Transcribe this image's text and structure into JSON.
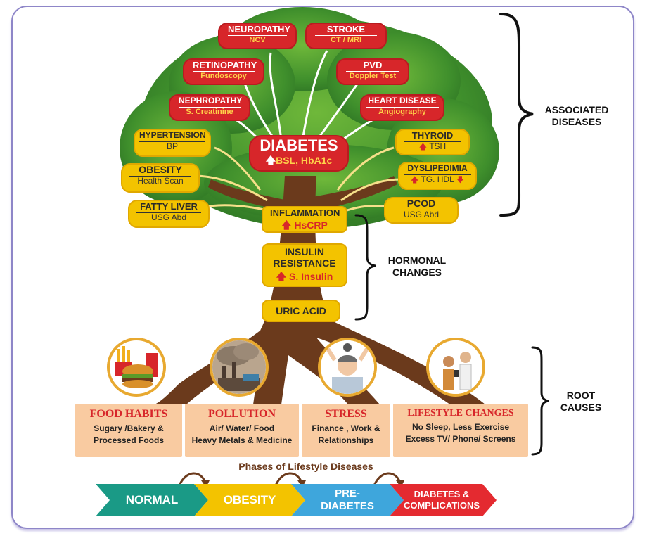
{
  "associated": {
    "red": [
      {
        "title": "NEUROPATHY",
        "sub": "NCV"
      },
      {
        "title": "STROKE",
        "sub": "CT / MRI"
      },
      {
        "title": "RETINOPATHY",
        "sub": "Fundoscopy"
      },
      {
        "title": "PVD",
        "sub": "Doppler Test"
      },
      {
        "title": "NEPHROPATHY",
        "sub": "S. Creatinine"
      },
      {
        "title": "HEART DISEASE",
        "sub": "Angiography"
      }
    ],
    "yellow_left": [
      {
        "title": "HYPERTENSION",
        "sub": "BP"
      },
      {
        "title": "OBESITY",
        "sub": "Health Scan"
      },
      {
        "title": "FATTY LIVER",
        "sub": "USG Abd"
      }
    ],
    "yellow_right": [
      {
        "title": "THYROID",
        "sub": "TSH"
      },
      {
        "title": "DYSLIPEDIMIA",
        "sub": "TG. HDL"
      },
      {
        "title": "PCOD",
        "sub": "USG Abd"
      }
    ]
  },
  "center": {
    "title": "DIABETES",
    "sub": "BSL, HbA1c"
  },
  "hormonal": {
    "inflammation": {
      "title": "INFLAMMATION",
      "sub": "HsCRP"
    },
    "insulin": {
      "title_1": "INSULIN",
      "title_2": "RESISTANCE",
      "sub": "S. Insulin"
    },
    "uric": {
      "title": "URIC ACID"
    }
  },
  "side_labels": {
    "associated_1": "ASSOCIATED",
    "associated_2": "DISEASES",
    "hormonal_1": "HORMONAL",
    "hormonal_2": "CHANGES",
    "root_1": "ROOT",
    "root_2": "CAUSES"
  },
  "root_causes": [
    {
      "title": "FOOD HABITS",
      "line1": "Sugary /Bakery &",
      "line2": "Processed Foods"
    },
    {
      "title": "POLLUTION",
      "line1": "Air/ Water/ Food",
      "line2": "Heavy Metals & Medicine"
    },
    {
      "title": "STRESS",
      "line1": "Finance , Work &",
      "line2": "Relationships"
    },
    {
      "title": "LIFESTYLE  CHANGES",
      "line1": "No Sleep, Less Exercise",
      "line2": "Excess TV/ Phone/ Screens"
    }
  ],
  "phases_title": "Phases of Lifestyle Diseases",
  "phases": [
    {
      "line1": "NORMAL",
      "line2": "",
      "color": "#1a9a86"
    },
    {
      "line1": "OBESITY",
      "line2": "",
      "color": "#f3c300"
    },
    {
      "line1": "PRE-",
      "line2": "DIABETES",
      "color": "#3ea6dc"
    },
    {
      "line1": "DIABETES &",
      "line2": "COMPLICATIONS",
      "color": "#e42a30"
    }
  ],
  "icons": {
    "up_arrow": "up-arrow-icon",
    "down_arrow": "down-arrow-icon"
  }
}
